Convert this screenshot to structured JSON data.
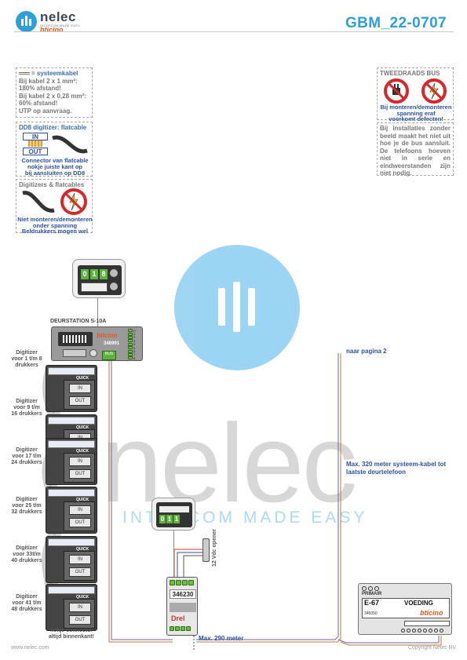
{
  "header": {
    "brand": "nelec",
    "brand_tagline": "INTERCOM MADE EASY",
    "brand_partner": "bticino",
    "doc_id": "GBM_22-0707"
  },
  "notes": {
    "cable": {
      "title": "= systeemkabel",
      "l1": "Bij kabel 2 x 1 mm²:",
      "l2": "180% afstand!",
      "l3": "Bij kabel 2 x 0,28 mm²:",
      "l4": "60% afstand!",
      "l5": "UTP op aanvraag."
    },
    "flatcable": {
      "title": "DD8 digitizer: flatcable",
      "in": "IN",
      "out": "OUT",
      "l1": "Connector van flatcable",
      "l2": "nokje juiste kant op",
      "l3": "bij aansluiten op DD8"
    },
    "digitizers": {
      "title": "Digitizers & flatcables",
      "l1": "Niet monteren/demonteren",
      "l2": "onder spanning",
      "l3": "Beldrukkers mogen wel"
    },
    "bus": {
      "title": "TWEEDRAADS BUS",
      "l1": "Bij monteren/demonteren",
      "l2": "spanning eraf",
      "l3": "voorkomt defecten!"
    },
    "install": {
      "text": "Bij installaties zonder beeld maakt het niet uit hoe je de bus aansluit. De telefoons hoeven niet in serie en eindweerstanden zijn niet nodig."
    }
  },
  "diagram": {
    "door_station_label": "DEURSTATION S-10A",
    "door_station_code": "346991",
    "door_station_brand": "bticino",
    "terminals": [
      "C",
      "1",
      "2",
      "3",
      "4",
      "5",
      "6",
      "7",
      "8"
    ],
    "bus_label": "BUS",
    "display_digits": [
      "0",
      "1",
      "8"
    ],
    "display2_digits": [
      "0",
      "1",
      "1"
    ],
    "digitizers": [
      "Digitizer voor 1 t/m 8 drukkers",
      "Digitizer voor 9 t/m 16 drukkers",
      "Digitizer voor 17 t/m 24 drukkers",
      "Digitizer voor 25 t/m 32 drukkers",
      "Digitizer voor 33t/m 40 drukkers",
      "Digitizer voor 41 t/m 48 drukkers"
    ],
    "digitizer_brand": "QUICK",
    "digitizer_in": "IN",
    "digitizer_out": "OUT",
    "connector_note_1": "nokje connector",
    "connector_note_2": "altijd binnenkant!",
    "next_page": "naar pagina 2",
    "max_system": "Max. 320 meter systeem-kabel tot laatste deurtelefoon",
    "opener": "12 Vdc opener",
    "relay_code": "346230",
    "relay_label": "Drel",
    "max_290": "Max. 290 meter",
    "psu_primary": "PRIMAIR",
    "psu_model": "E-67",
    "psu_title": "VOEDING",
    "psu_code": "346050",
    "psu_brand": "bticino"
  },
  "footer": {
    "url": "www.nelec.com",
    "copyright": "Copyright Nelec BV"
  }
}
